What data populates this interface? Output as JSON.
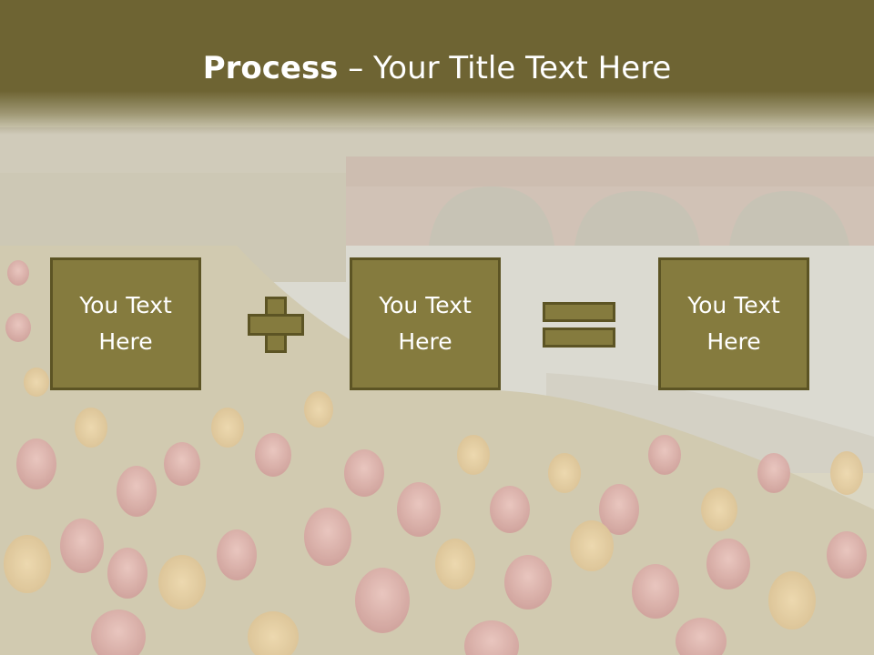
{
  "slide": {
    "title_bold": "Process",
    "title_rest": " – Your Title Text Here",
    "boxes": [
      {
        "label": "You Text Here"
      },
      {
        "label": "You Text Here"
      },
      {
        "label": "You Text Here"
      }
    ],
    "operators": [
      "plus-icon",
      "equals-icon"
    ]
  },
  "colors": {
    "header": "#6e6433",
    "box_fill": "#857b3e",
    "box_border": "#5c5424",
    "text": "#ffffff"
  }
}
